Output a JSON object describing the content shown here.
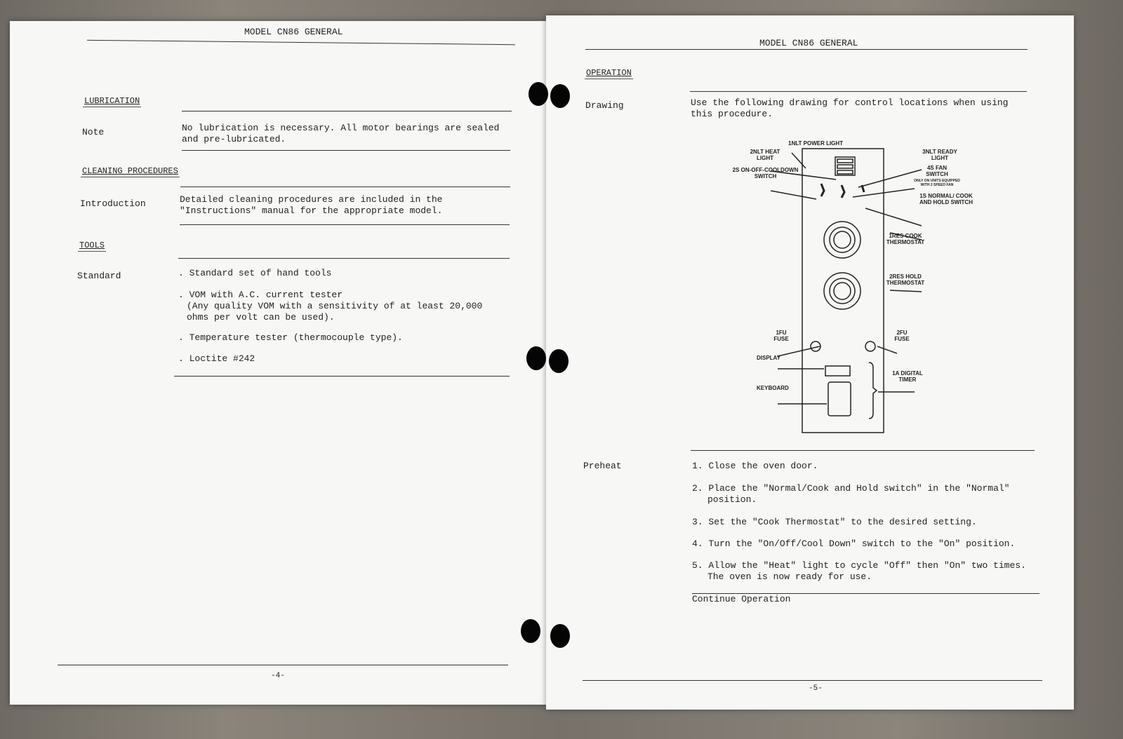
{
  "left_page": {
    "header": "MODEL CN86 GENERAL",
    "sections": {
      "lubrication": "LUBRICATION",
      "note_label": "Note",
      "note_text": "No lubrication is necessary. All motor bearings are sealed and pre-lubricated.",
      "cleaning": "CLEANING PROCEDURES",
      "intro_label": "Introduction",
      "intro_text": "Detailed cleaning procedures are included in the \"Instructions\" manual for the appropriate model.",
      "tools": "TOOLS",
      "standard_label": "Standard",
      "tool_items": [
        ". Standard set of hand tools",
        ". VOM with A.C. current tester",
        "(Any quality VOM with a sensitivity of at least 20,000 ohms per volt can be used).",
        ". Temperature tester (thermocouple type).",
        ". Loctite #242"
      ]
    },
    "page_number": "-4-"
  },
  "right_page": {
    "header": "MODEL CN86 GENERAL",
    "operation": "OPERATION",
    "drawing_label": "Drawing",
    "drawing_text": "Use the following drawing for control locations when using this procedure.",
    "diagram": {
      "power_light": "1NLT POWER LIGHT",
      "heat_light": "2NLT HEAT LIGHT",
      "ready_light": "3NLT READY LIGHT",
      "fan_switch": "4S FAN SWITCH",
      "fan_note": "ONLY ON UNITS EQUIPPED WITH 2 SPEED FAN",
      "onoff_switch": "2S ON-OFF-COOLDOWN SWITCH",
      "normal_switch": "1S NORMAL/ COOK AND HOLD SWITCH",
      "cook_thermostat": "1RES COOK THERMOSTAT",
      "hold_thermostat": "2RES HOLD THERMOSTAT",
      "fuse1": "1FU FUSE",
      "fuse2": "2FU FUSE",
      "display": "DISPLAY",
      "keyboard": "KEYBOARD",
      "timer": "1A DIGITAL TIMER"
    },
    "preheat_label": "Preheat",
    "steps": [
      "1. Close the oven door.",
      "2. Place the \"Normal/Cook and Hold switch\" in the \"Normal\" position.",
      "3. Set the \"Cook Thermostat\" to the desired setting.",
      "4. Turn the \"On/Off/Cool Down\" switch to the \"On\" position.",
      "5. Allow the \"Heat\" light to cycle \"Off\" then \"On\" two times. The oven is now ready for use."
    ],
    "continue": "Continue Operation",
    "page_number": "-5-"
  }
}
